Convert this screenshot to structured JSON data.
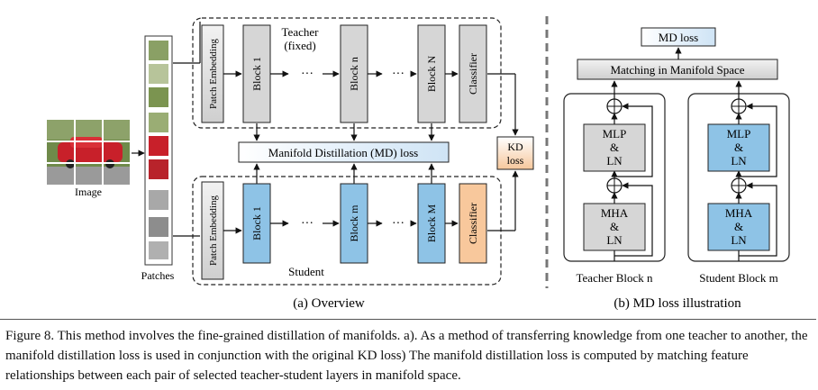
{
  "overview": {
    "image_label": "Image",
    "patches_label": "Patches",
    "teacher_label_line1": "Teacher",
    "teacher_label_line2": "(fixed)",
    "student_label": "Student",
    "patch_embedding": "Patch Embedding",
    "teacher_blocks": [
      "Block 1",
      "Block n",
      "Block N"
    ],
    "student_blocks": [
      "Block 1",
      "Block m",
      "Block M"
    ],
    "classifier": "Classifier",
    "dots": "···",
    "md_loss_bar": "Manifold Distillation (MD) loss",
    "kd_loss_line1": "KD",
    "kd_loss_line2": "loss",
    "subcaption": "(a)  Overview"
  },
  "illustration": {
    "md_loss": "MD loss",
    "matching": "Matching in Manifold Space",
    "mlp_ln": [
      "MLP",
      "&",
      "LN"
    ],
    "mha_ln": [
      "MHA",
      "&",
      "LN"
    ],
    "teacher_block_label": "Teacher Block n",
    "student_block_label": "Student Block m",
    "subcaption": "(b)  MD loss illustration"
  },
  "colors": {
    "gray_box": "#d6d6d6",
    "blue_box": "#8ec3e6",
    "orange_box": "#f8c89c",
    "loss_box": "#e3f0fb"
  },
  "caption": "Figure 8. This method involves the fine-grained distillation of manifolds. a). As a method of transferring knowledge from one teacher to another, the manifold distillation loss is used in conjunction with the original KD loss) The manifold distillation loss is computed by matching feature relationships between each pair of selected teacher-student layers in manifold space."
}
